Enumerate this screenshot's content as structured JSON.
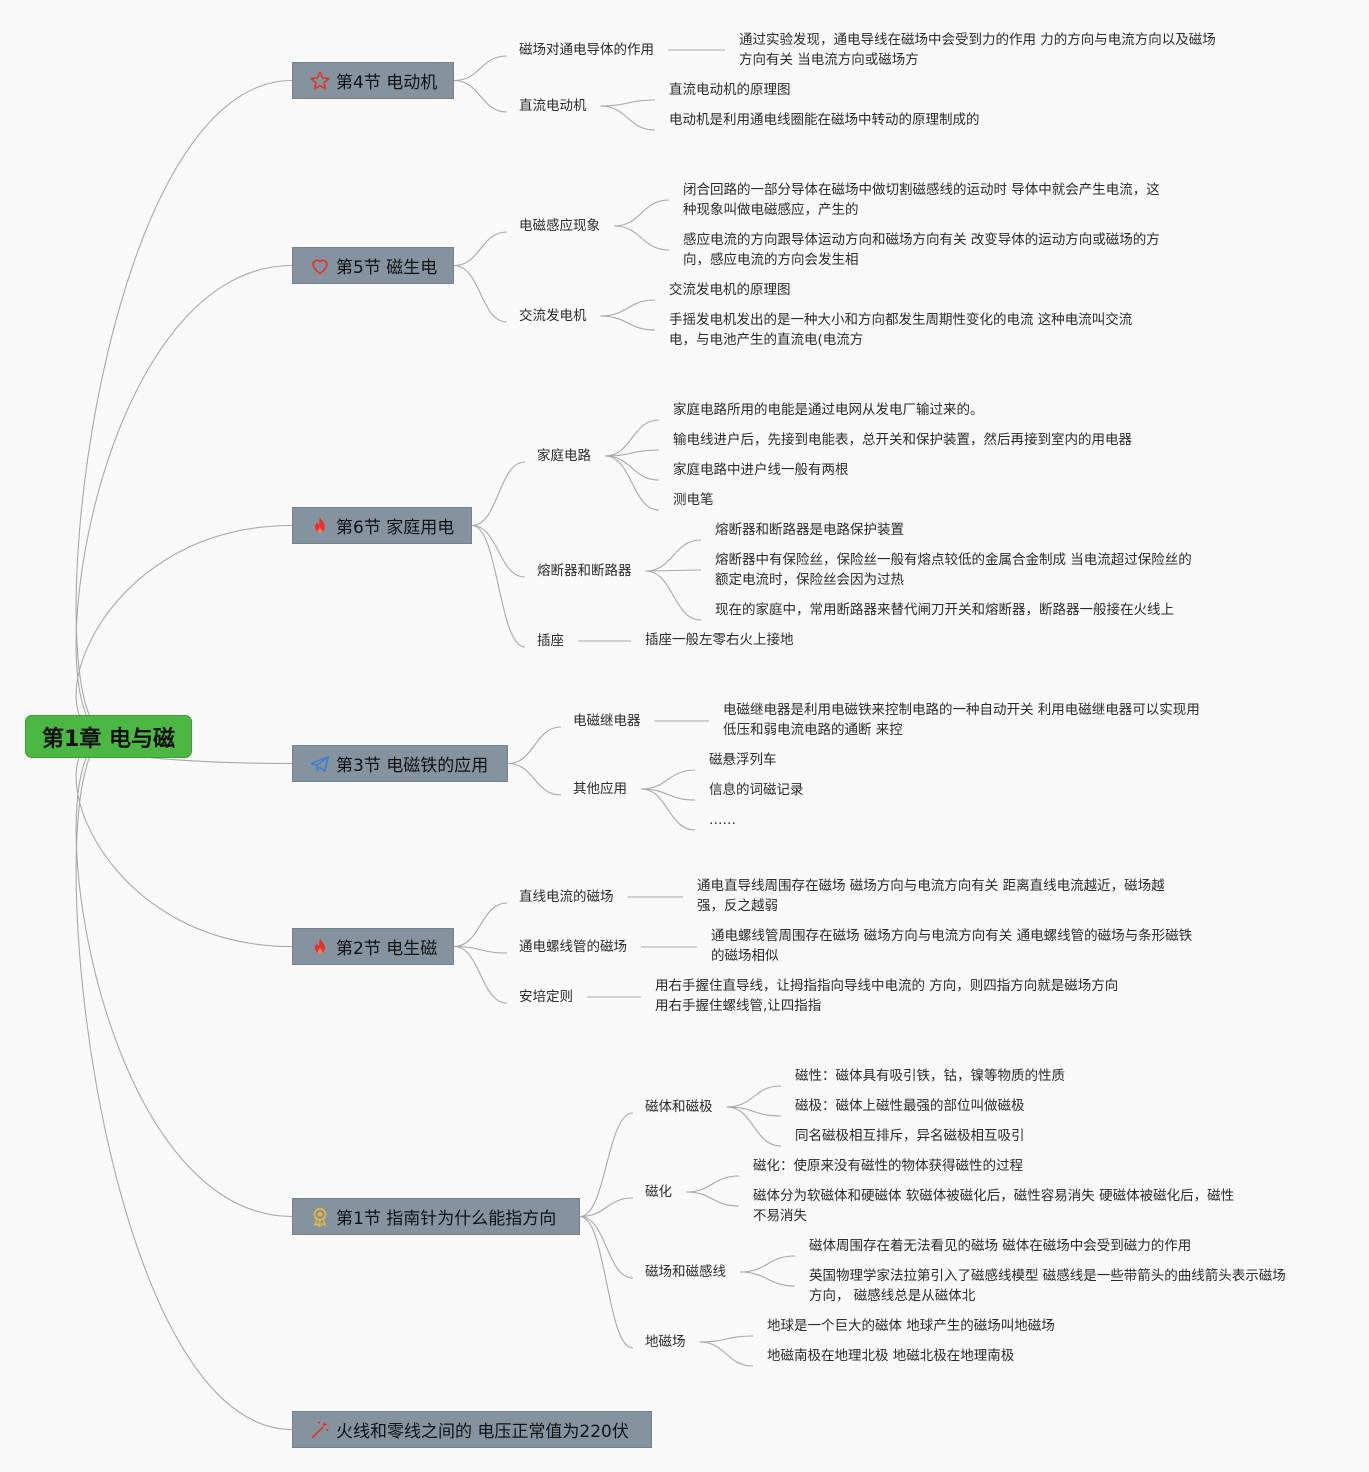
{
  "root": {
    "label": "第1章 电与磁"
  },
  "sections": [
    {
      "label": "第4节 电动机",
      "icon": "star-icon",
      "children": [
        {
          "label": "磁场对通电导体的作用",
          "leaves": [
            {
              "lines": [
                "通过实验发现，通电导线在磁场中会受到力的作用 力的方向与电流方向以及磁场",
                "方向有关 当电流方向或磁场方"
              ]
            }
          ]
        },
        {
          "label": "直流电动机",
          "leaves": [
            {
              "lines": [
                "直流电动机的原理图"
              ]
            },
            {
              "lines": [
                "电动机是利用通电线圈能在磁场中转动的原理制成的"
              ]
            }
          ]
        }
      ]
    },
    {
      "label": "第5节 磁生电",
      "icon": "heart-icon",
      "children": [
        {
          "label": "电磁感应现象",
          "leaves": [
            {
              "lines": [
                "闭合回路的一部分导体在磁场中做切割磁感线的运动时 导体中就会产生电流，这",
                "种现象叫做电磁感应，产生的"
              ]
            },
            {
              "lines": [
                "感应电流的方向跟导体运动方向和磁场方向有关 改变导体的运动方向或磁场的方",
                "向，感应电流的方向会发生相"
              ]
            }
          ]
        },
        {
          "label": "交流发电机",
          "leaves": [
            {
              "lines": [
                "交流发电机的原理图"
              ]
            },
            {
              "lines": [
                "手摇发电机发出的是一种大小和方向都发生周期性变化的电流 这种电流叫交流",
                "电，与电池产生的直流电(电流方"
              ]
            }
          ]
        }
      ]
    },
    {
      "label": "第6节 家庭用电",
      "icon": "fire-icon",
      "children": [
        {
          "label": "家庭电路",
          "leaves": [
            {
              "lines": [
                "家庭电路所用的电能是通过电网从发电厂输过来的。"
              ]
            },
            {
              "lines": [
                "输电线进户后，先接到电能表，总开关和保护装置，然后再接到室内的用电器"
              ]
            },
            {
              "lines": [
                "家庭电路中进户线一般有两根"
              ]
            },
            {
              "lines": [
                "测电笔"
              ]
            }
          ]
        },
        {
          "label": "熔断器和断路器",
          "leaves": [
            {
              "lines": [
                "熔断器和断路器是电路保护装置"
              ]
            },
            {
              "lines": [
                "熔断器中有保险丝，保险丝一般有熔点较低的金属合金制成 当电流超过保险丝的",
                "额定电流时，保险丝会因为过热"
              ]
            },
            {
              "lines": [
                "现在的家庭中，常用断路器来替代闸刀开关和熔断器，断路器一般接在火线上"
              ]
            }
          ]
        },
        {
          "label": "插座",
          "leaves": [
            {
              "lines": [
                "插座一般左零右火上接地"
              ]
            }
          ]
        }
      ]
    },
    {
      "label": "第3节 电磁铁的应用",
      "icon": "paper-plane-icon",
      "children": [
        {
          "label": "电磁继电器",
          "leaves": [
            {
              "lines": [
                "电磁继电器是利用电磁铁来控制电路的一种自动开关 利用电磁继电器可以实现用",
                "低压和弱电流电路的通断 来控"
              ]
            }
          ]
        },
        {
          "label": "其他应用",
          "leaves": [
            {
              "lines": [
                "磁悬浮列车"
              ]
            },
            {
              "lines": [
                "信息的词磁记录"
              ]
            },
            {
              "lines": [
                "……"
              ]
            }
          ]
        }
      ]
    },
    {
      "label": "第2节 电生磁",
      "icon": "fire-icon",
      "children": [
        {
          "label": "直线电流的磁场",
          "leaves": [
            {
              "lines": [
                "通电直导线周围存在磁场 磁场方向与电流方向有关 距离直线电流越近，磁场越",
                "强，反之越弱"
              ]
            }
          ]
        },
        {
          "label": "通电螺线管的磁场",
          "leaves": [
            {
              "lines": [
                "通电螺线管周围存在磁场 磁场方向与电流方向有关 通电螺线管的磁场与条形磁铁",
                "的磁场相似"
              ]
            }
          ]
        },
        {
          "label": "安培定则",
          "leaves": [
            {
              "lines": [
                "用右手握住直导线，让拇指指向导线中电流的 方向，则四指方向就是磁场方向",
                "用右手握住螺线管,让四指指"
              ]
            }
          ]
        }
      ]
    },
    {
      "label": "第1节 指南针为什么能指方向",
      "icon": "medal-icon",
      "children": [
        {
          "label": "磁体和磁极",
          "leaves": [
            {
              "lines": [
                "磁性：磁体具有吸引铁，钴，镍等物质的性质"
              ]
            },
            {
              "lines": [
                "磁极：磁体上磁性最强的部位叫做磁极"
              ]
            },
            {
              "lines": [
                "同名磁极相互排斥，异名磁极相互吸引"
              ]
            }
          ]
        },
        {
          "label": "磁化",
          "leaves": [
            {
              "lines": [
                "磁化：使原来没有磁性的物体获得磁性的过程"
              ]
            },
            {
              "lines": [
                "磁体分为软磁体和硬磁体 软磁体被磁化后，磁性容易消失 硬磁体被磁化后，磁性",
                "不易消失"
              ]
            }
          ]
        },
        {
          "label": "磁场和磁感线",
          "leaves": [
            {
              "lines": [
                "磁体周围存在着无法看见的磁场 磁体在磁场中会受到磁力的作用"
              ]
            },
            {
              "lines": [
                "英国物理学家法拉第引入了磁感线模型 磁感线是一些带箭头的曲线箭头表示磁场",
                "方向， 磁感线总是从磁体北"
              ]
            }
          ]
        },
        {
          "label": "地磁场",
          "leaves": [
            {
              "lines": [
                "地球是一个巨大的磁体 地球产生的磁场叫地磁场"
              ]
            },
            {
              "lines": [
                "地磁南极在地理北极 地磁北极在地理南极"
              ]
            }
          ]
        }
      ]
    },
    {
      "label": "火线和零线之间的 电压正常值为220伏",
      "icon": "sparkle-icon",
      "children": []
    }
  ],
  "colors": {
    "root_fill": "#4cb844",
    "section_fill": "#8593a1",
    "connector": "#a8a8a8",
    "icon_red": "#e5322d",
    "icon_blue": "#3d7fd0",
    "icon_gold": "#e8b73d"
  }
}
